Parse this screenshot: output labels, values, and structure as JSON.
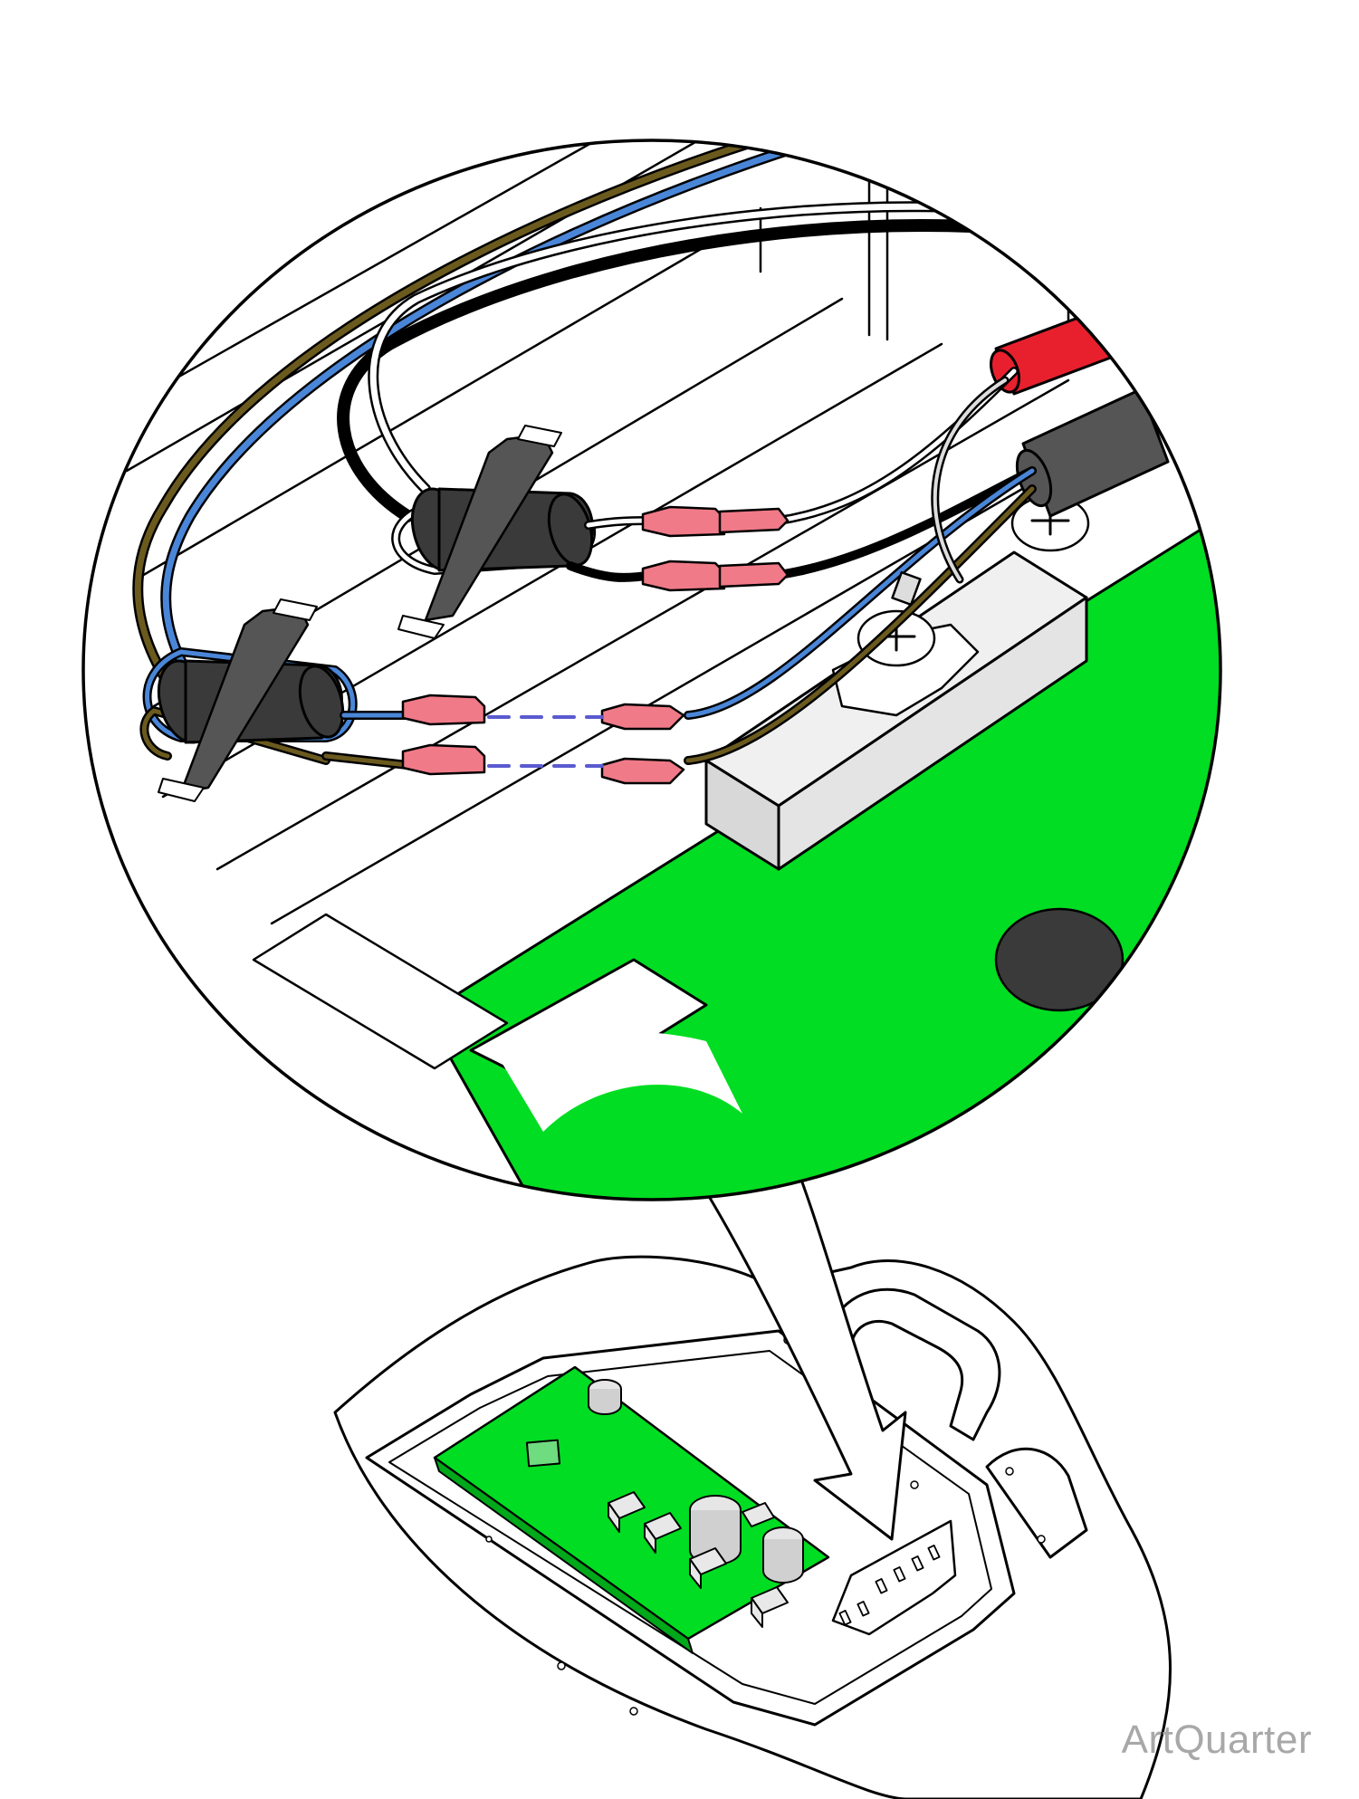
{
  "watermark": "ArtQuarter",
  "colors": {
    "outline": "#000000",
    "pcb_green": "#00dd22",
    "pcb_green_dark": "#00b81c",
    "connector_pink": "#f07a88",
    "wire_blue": "#4a86d8",
    "wire_brown": "#6b5a1e",
    "wire_red": "#e8202e",
    "wire_black": "#111111",
    "wire_white": "#ffffff",
    "ferrite_gray": "#3a3a3a",
    "terminal_block_gray": "#e4e4e4",
    "dashed_link": "#5a5ad0"
  },
  "icons": {
    "detail_callout": "magnifier-circle",
    "pointer": "curved-arrow",
    "ferrite": "ferrite-bead-icon",
    "connector": "quick-disconnect-icon",
    "screw": "phillips-screw-icon"
  }
}
